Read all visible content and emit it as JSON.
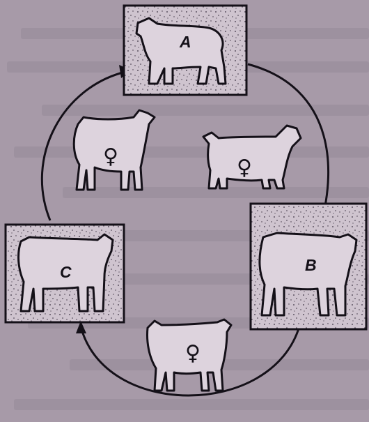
{
  "diagram": {
    "breeds": [
      {
        "id": "A",
        "label": "A"
      },
      {
        "id": "B",
        "label": "B"
      },
      {
        "id": "C",
        "label": "C"
      }
    ],
    "female_symbol": "♀",
    "colors": {
      "background": "#a79aa8",
      "ink": "#141018",
      "box_fill": "#cfc4cf",
      "animal_fill": "#ddd3dd"
    }
  }
}
